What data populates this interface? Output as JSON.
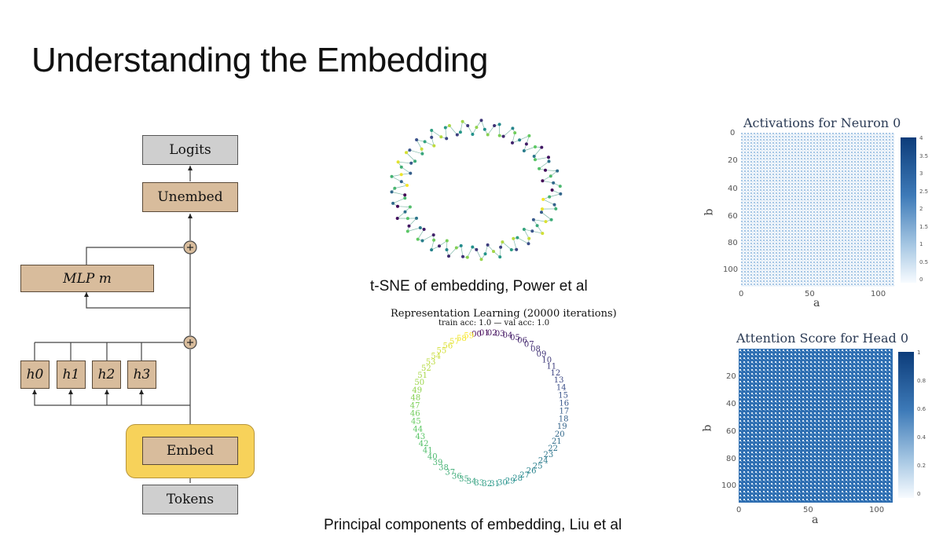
{
  "slide": {
    "title": "Understanding the Embedding"
  },
  "diagram": {
    "logits": "Logits",
    "unembed": "Unembed",
    "mlp": "MLP m",
    "heads": [
      "h0",
      "h1",
      "h2",
      "h3"
    ],
    "embed": "Embed",
    "tokens": "Tokens"
  },
  "tsne": {
    "caption": "t-SNE of embedding, Power et al"
  },
  "pca": {
    "title": "Representation Learning (20000 iterations)",
    "subtitle": "train acc: 1.0 — val acc: 1.0",
    "caption": "Principal components of embedding, Liu et al",
    "labels": [
      "00",
      "01",
      "02",
      "03",
      "04",
      "05",
      "06",
      "07",
      "08",
      "09",
      "10",
      "11",
      "12",
      "13",
      "14",
      "15",
      "16",
      "17",
      "18",
      "19",
      "20",
      "21",
      "22",
      "23",
      "24",
      "25",
      "26",
      "27",
      "28",
      "29",
      "30",
      "31",
      "32",
      "33",
      "34",
      "35",
      "36",
      "37",
      "38",
      "39",
      "40",
      "41",
      "42",
      "43",
      "44",
      "45",
      "46",
      "47",
      "48",
      "49",
      "50",
      "51",
      "52",
      "53",
      "54",
      "55",
      "56",
      "57",
      "58",
      "59"
    ]
  },
  "heatmap1": {
    "title": "Activations for Neuron 0",
    "xlabel": "a",
    "ylabel": "b",
    "xticks": [
      "0",
      "50",
      "100"
    ],
    "yticks": [
      "0",
      "20",
      "40",
      "60",
      "80",
      "100"
    ],
    "cbar": [
      "4",
      "3.5",
      "3",
      "2.5",
      "2",
      "1.5",
      "1",
      "0.5",
      "0"
    ]
  },
  "heatmap2": {
    "title": "Attention Score for Head 0",
    "xlabel": "a",
    "ylabel": "b",
    "xticks": [
      "0",
      "50",
      "100"
    ],
    "yticks": [
      "20",
      "40",
      "60",
      "80",
      "100"
    ],
    "cbar": [
      "1",
      "0.8",
      "0.6",
      "0.4",
      "0.2",
      "0"
    ]
  },
  "colors": {
    "tan": "#d8bc9c",
    "gray": "#cfcfcf",
    "highlight": "#f7d25a",
    "blue": "#1f4e8c"
  }
}
